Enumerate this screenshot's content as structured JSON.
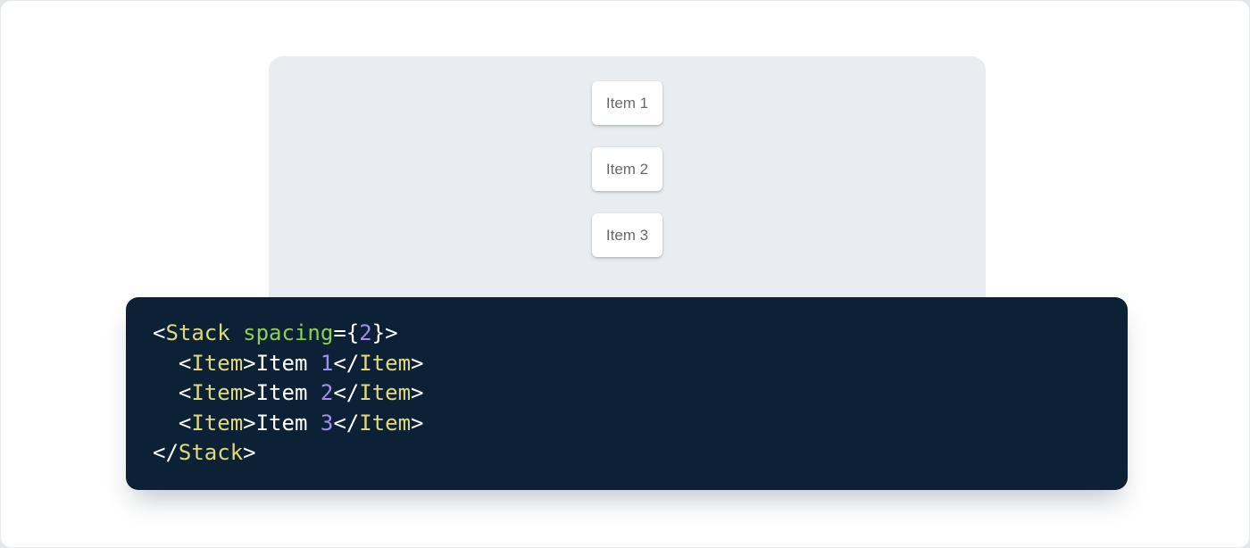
{
  "demo": {
    "panel_color": "#e9edf2",
    "item_text_color": "#666666",
    "items": [
      {
        "label": "Item 1"
      },
      {
        "label": "Item 2"
      },
      {
        "label": "Item 3"
      }
    ]
  },
  "code": {
    "background": "#0c2136",
    "colors": {
      "tag": "#e0d97b",
      "attr": "#8fd14e",
      "num": "#a18ff2",
      "punc": "#ffffff",
      "plain": "#ffffff"
    },
    "lines": [
      {
        "tokens": [
          {
            "t": "punc",
            "v": "<"
          },
          {
            "t": "tag",
            "v": "Stack"
          },
          {
            "t": "plain",
            "v": " "
          },
          {
            "t": "attr",
            "v": "spacing"
          },
          {
            "t": "punc",
            "v": "={"
          },
          {
            "t": "num",
            "v": "2"
          },
          {
            "t": "punc",
            "v": "}>"
          }
        ]
      },
      {
        "tokens": [
          {
            "t": "plain",
            "v": "  "
          },
          {
            "t": "punc",
            "v": "<"
          },
          {
            "t": "tag",
            "v": "Item"
          },
          {
            "t": "punc",
            "v": ">"
          },
          {
            "t": "plain",
            "v": "Item "
          },
          {
            "t": "num",
            "v": "1"
          },
          {
            "t": "punc",
            "v": "</"
          },
          {
            "t": "tag",
            "v": "Item"
          },
          {
            "t": "punc",
            "v": ">"
          }
        ]
      },
      {
        "tokens": [
          {
            "t": "plain",
            "v": "  "
          },
          {
            "t": "punc",
            "v": "<"
          },
          {
            "t": "tag",
            "v": "Item"
          },
          {
            "t": "punc",
            "v": ">"
          },
          {
            "t": "plain",
            "v": "Item "
          },
          {
            "t": "num",
            "v": "2"
          },
          {
            "t": "punc",
            "v": "</"
          },
          {
            "t": "tag",
            "v": "Item"
          },
          {
            "t": "punc",
            "v": ">"
          }
        ]
      },
      {
        "tokens": [
          {
            "t": "plain",
            "v": "  "
          },
          {
            "t": "punc",
            "v": "<"
          },
          {
            "t": "tag",
            "v": "Item"
          },
          {
            "t": "punc",
            "v": ">"
          },
          {
            "t": "plain",
            "v": "Item "
          },
          {
            "t": "num",
            "v": "3"
          },
          {
            "t": "punc",
            "v": "</"
          },
          {
            "t": "tag",
            "v": "Item"
          },
          {
            "t": "punc",
            "v": ">"
          }
        ]
      },
      {
        "tokens": [
          {
            "t": "punc",
            "v": "</"
          },
          {
            "t": "tag",
            "v": "Stack"
          },
          {
            "t": "punc",
            "v": ">"
          }
        ]
      }
    ]
  }
}
